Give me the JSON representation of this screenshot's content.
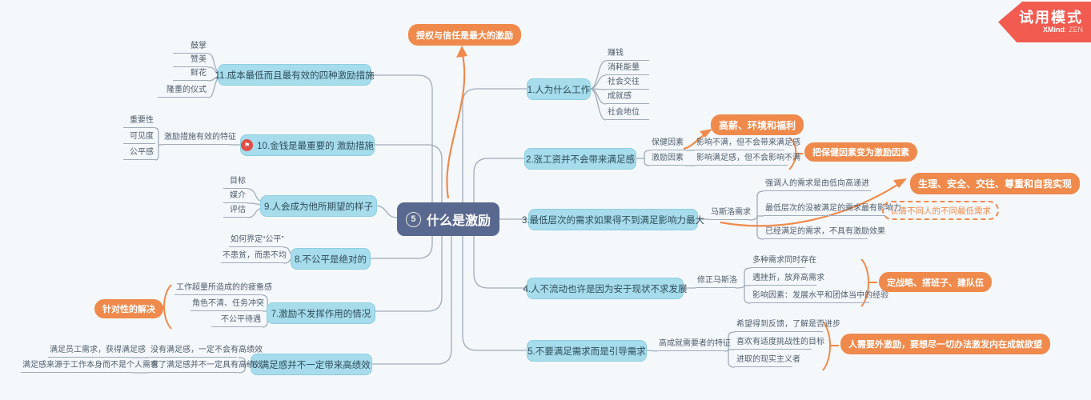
{
  "colors": {
    "accent_orange": "#ef8a4c",
    "topic_blue": "#a6dcec",
    "center_navy": "#59688f",
    "ribbon_red": "#f15b50",
    "line_gray": "#9fabba"
  },
  "ribbon": {
    "title": "试用模式",
    "brand": "XMind",
    "brand_suffix": ": ZEN"
  },
  "center": {
    "badge": "5",
    "label": "什么是激励"
  },
  "top_callout": "授权与信任是最大的激励",
  "b1": {
    "label": "1.人为什么工作",
    "items": [
      "赚钱",
      "消耗能量",
      "社会交往",
      "成就感",
      "社会地位"
    ]
  },
  "b2": {
    "label": "2.涨工资并不会带来满足感",
    "rows": [
      {
        "k": "保健因素",
        "v": "影响不满，但不会带来满足感"
      },
      {
        "k": "激励因素",
        "v": "影响满足感，但不会影响不满"
      }
    ],
    "callout_top": "高薪、环境和福利",
    "callout_right": "把保健因素变为激励因素"
  },
  "b3": {
    "label": "3.最低层次的需求如果得不到满足影响力最大",
    "group": "马斯洛需求",
    "rows": [
      "强调人的需求是由低向高递进",
      "最低层次的没被满足的需求最有影响力",
      "已经满足的需求，不具有激励效果"
    ],
    "dashed_callout": "认清不同人的不同最低需求",
    "callout": "生理、安全、交往、尊重和自我实现"
  },
  "b4": {
    "label": "4.人不流动也许是因为安于现状不求发展",
    "group": "修正马斯洛",
    "rows": [
      "多种需求同时存在",
      "遇挫折，放弃高需求",
      "影响因素：发展水平和团体当中的经验"
    ],
    "callout": "定战略、搭班子、建队伍"
  },
  "b5": {
    "label": "5.不要满足需求而是引导需求",
    "group": "高成就需要者的特征",
    "rows": [
      "希望得到反馈，了解是否进步",
      "喜欢有适度挑战性的目标",
      "进取的现实主义者"
    ],
    "callout": "人需要外激励，要想尽一切办法激发内在成就欲望"
  },
  "b6": {
    "label": "6.满足感并不一定带来高绩效",
    "rows": [
      {
        "v": "没有满足感，一定不会有高绩效",
        "k": "满足员工需求，获得满足感"
      },
      {
        "v": "有了满足感并不一定具有高绩效",
        "k": "满足感来源于工作本身而不是个人需求"
      }
    ]
  },
  "b7": {
    "label": "7.激励不发挥作用的情况",
    "rows": [
      "工作超量所造成的的疲惫感",
      "角色不清、任务冲突",
      "不公平待遇"
    ],
    "callout": "针对性的解决"
  },
  "b8": {
    "label": "8.不公平是绝对的",
    "rows": [
      "如何界定“公平”",
      "不患贫，而患不均"
    ]
  },
  "b9": {
    "label": "9.人会成为他所期望的样子",
    "rows": [
      "目标",
      "媒介",
      "评估"
    ]
  },
  "b10": {
    "label": "10.金钱是最重要的 激励措施",
    "flag_icon": "⚑",
    "group": "激励措施有效的特征",
    "rows": [
      "重要性",
      "可见度",
      "公平感"
    ]
  },
  "b11": {
    "label": "11.成本最低而且最有效的四种激励措施",
    "rows": [
      "鼓掌",
      "赞美",
      "鲜花",
      "隆重的仪式"
    ]
  }
}
